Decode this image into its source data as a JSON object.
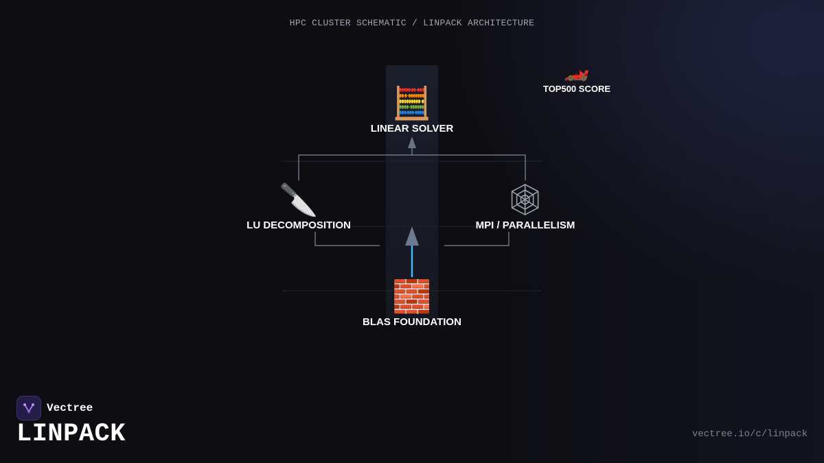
{
  "header": {
    "title": "HPC CLUSTER SCHEMATIC / LINPACK ARCHITECTURE"
  },
  "nodes": {
    "linear_solver": {
      "icon": "🧮",
      "icon_name": "abacus-icon",
      "label": "LINEAR SOLVER"
    },
    "lu_decomposition": {
      "icon": "🔪",
      "icon_name": "knife-icon",
      "label": "LU DECOMPOSITION"
    },
    "mpi": {
      "icon": "🕸️",
      "icon_name": "spider-web-icon",
      "label": "MPI / PARALLELISM"
    },
    "blas": {
      "icon": "🧱",
      "icon_name": "bricks-icon",
      "label": "BLAS FOUNDATION"
    },
    "top500": {
      "icon": "🏎️",
      "icon_name": "race-car-icon",
      "label": "TOP500 SCORE"
    }
  },
  "brand": {
    "name": "Vectree",
    "title": "LINPACK",
    "url": "vectree.io/c/linpack"
  },
  "colors": {
    "accent_arrow": "#38bdf8",
    "connector": "#6b7488",
    "background": "#0e0e12"
  }
}
